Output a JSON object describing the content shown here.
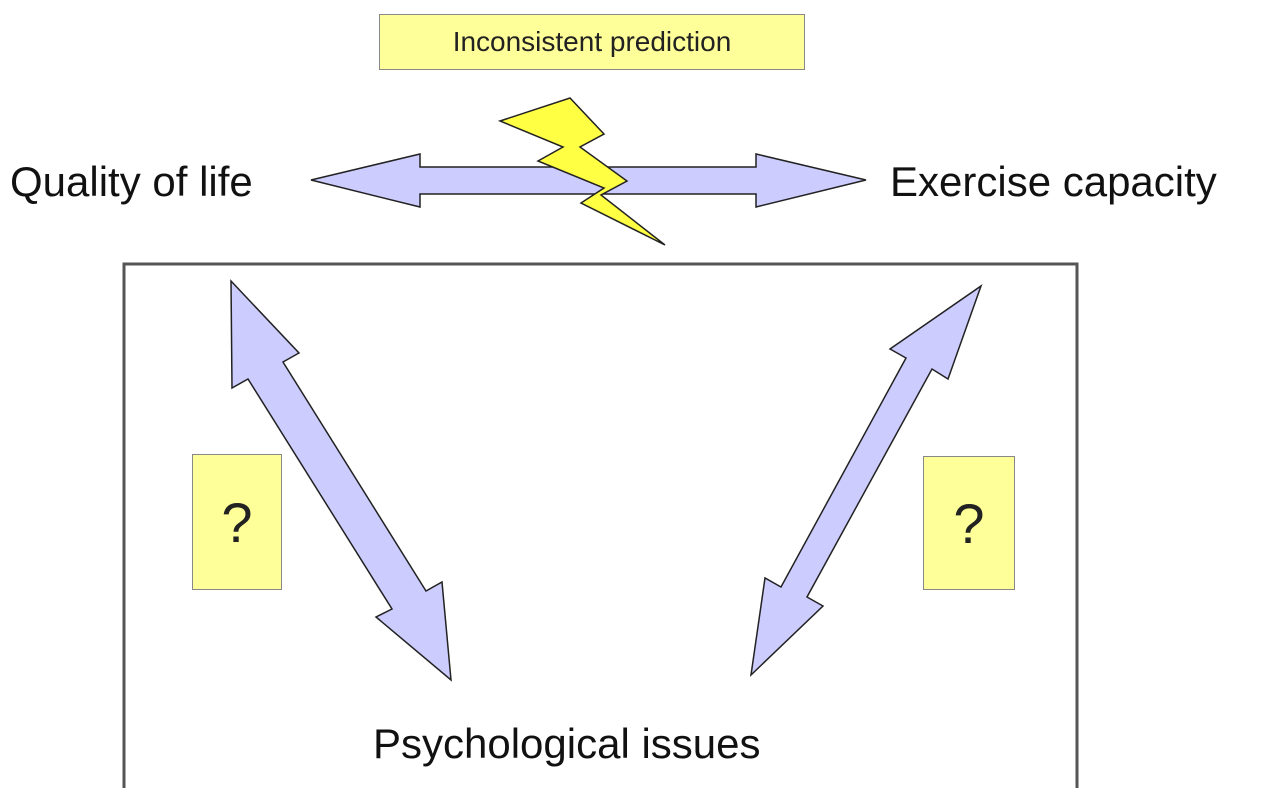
{
  "nodes": {
    "quality_of_life": "Quality of life",
    "exercise_capacity": "Exercise capacity",
    "psychological_issues": "Psychological issues"
  },
  "callouts": {
    "top": "Inconsistent prediction",
    "left": "?",
    "right": "?"
  },
  "colors": {
    "arrow_fill": "#ccccff",
    "arrow_stroke": "#222222",
    "callout_fill": "#ffff99",
    "lightning_fill": "#ffff44",
    "box_stroke": "#555555"
  }
}
